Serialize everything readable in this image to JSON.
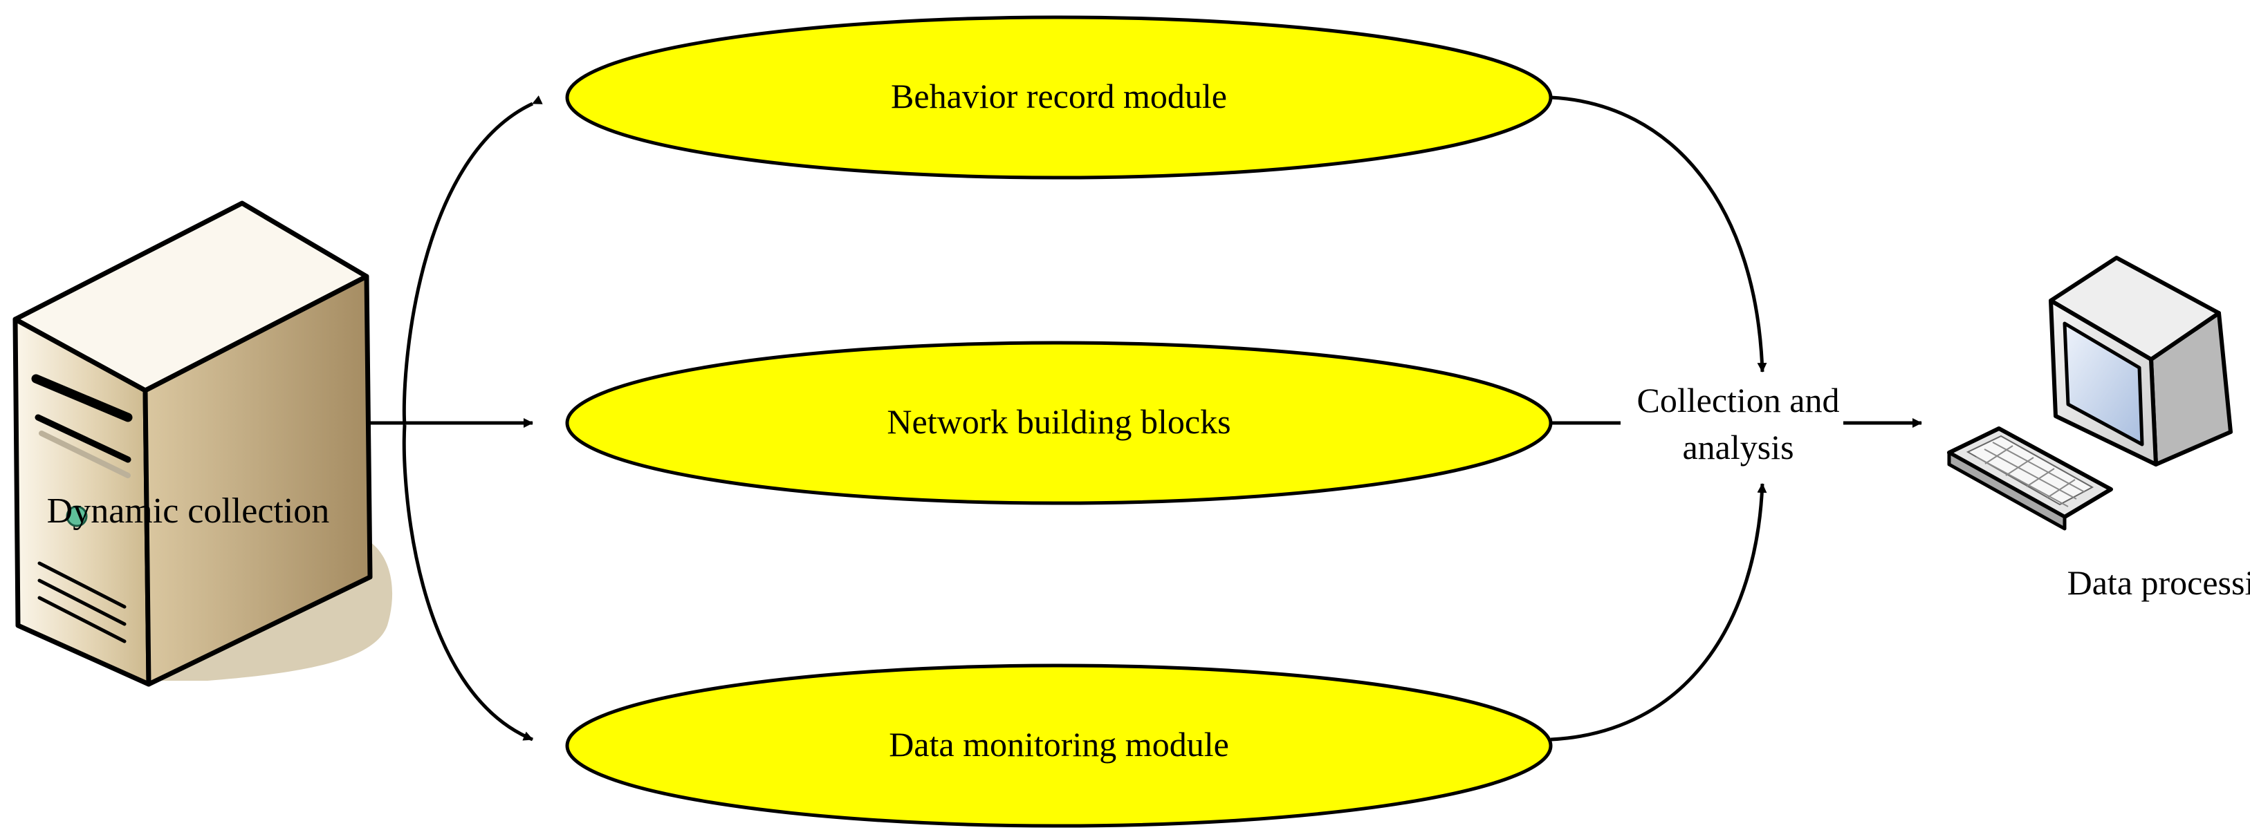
{
  "source_node": {
    "label": "Dynamic collection",
    "icon": "server-tower-icon"
  },
  "modules": [
    {
      "label": "Behavior record module"
    },
    {
      "label": "Network building blocks"
    },
    {
      "label": "Data monitoring module"
    }
  ],
  "hub": {
    "line1": "Collection and",
    "line2": "analysis"
  },
  "target_node": {
    "label": "Data processing",
    "icon": "desktop-computer-icon"
  },
  "colors": {
    "module_fill": "#ffff00",
    "stroke": "#000000",
    "server_body": "#d8c8a6",
    "server_shadow": "#d9ceb4",
    "monitor_screen": "#c9d8ee"
  }
}
